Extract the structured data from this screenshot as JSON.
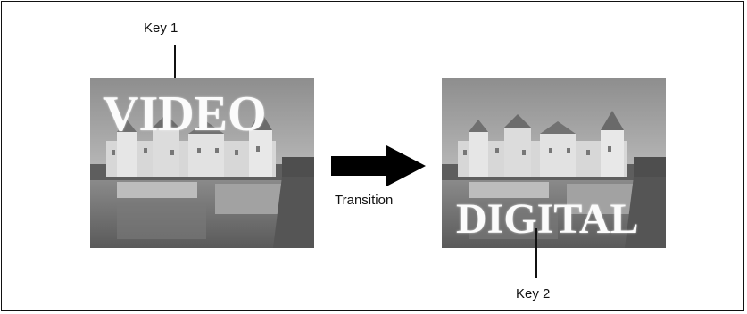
{
  "left": {
    "callout_label": "Key 1",
    "overlay_text": "VIDEO"
  },
  "transition_label": "Transition",
  "right": {
    "callout_label": "Key 2",
    "overlay_text": "DIGITAL"
  }
}
